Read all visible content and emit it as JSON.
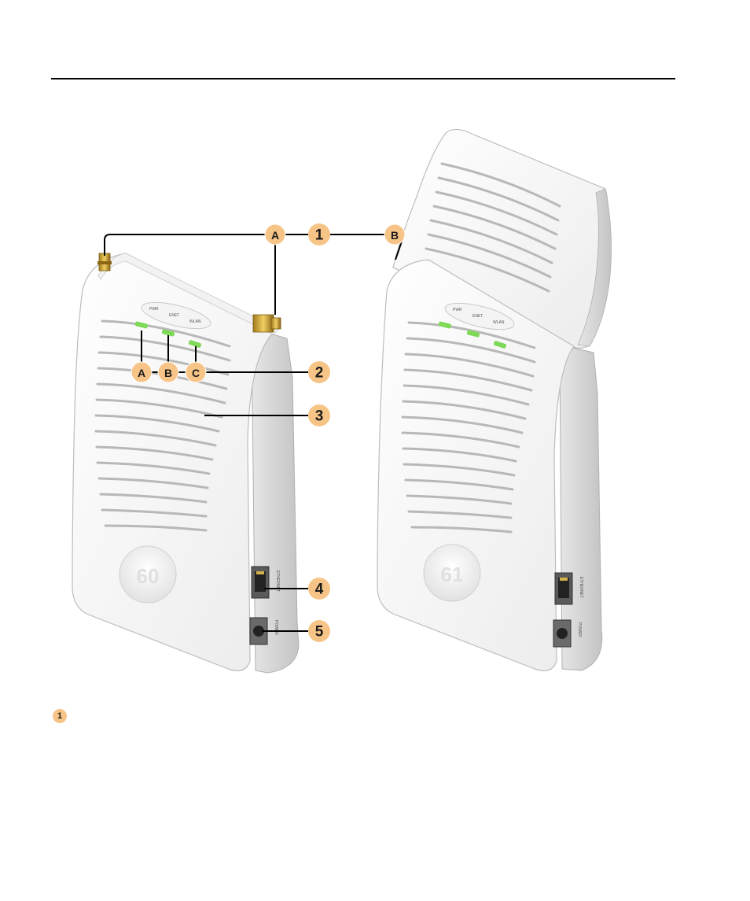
{
  "callouts": {
    "c1": "1",
    "c2": "2",
    "c3": "3",
    "c4": "4",
    "c5": "5"
  },
  "letters": {
    "antenna_a": "A",
    "antenna_b": "B",
    "led_a": "A",
    "led_b": "B",
    "led_c": "C"
  },
  "units": {
    "left_model": "60",
    "right_model": "61"
  },
  "panel_labels": {
    "led_left": "PWR",
    "led_mid": "ENET",
    "led_right": "WLAN",
    "ethernet": "ETHERNET",
    "power": "POWER"
  },
  "legend": {
    "item1": "1"
  },
  "colors": {
    "callout_fill": "#f7c487",
    "led_green": "#7ed957",
    "antenna_gold": "#c9a23a",
    "body_white": "#f7f7f7"
  }
}
